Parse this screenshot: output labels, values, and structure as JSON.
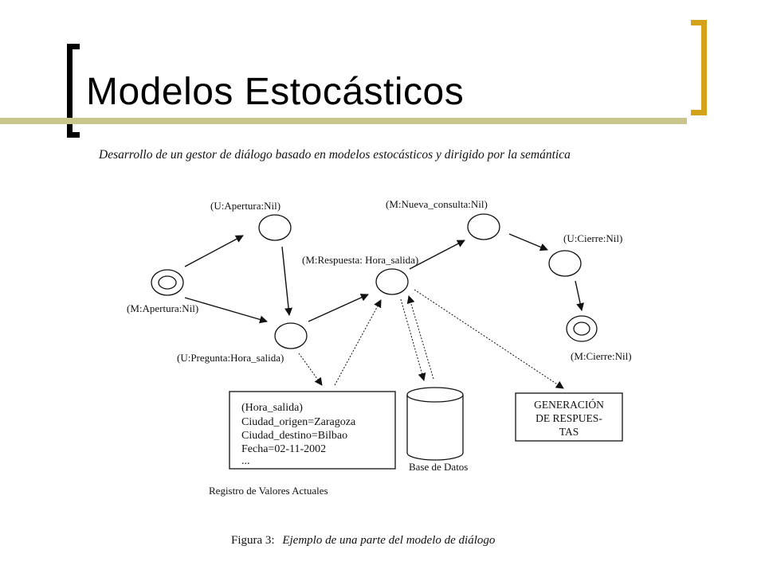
{
  "slide": {
    "title": "Modelos Estocásticos",
    "accent_color": "#d4a21a",
    "rule_color": "#c9c58c"
  },
  "figure": {
    "heading": "Desarrollo de un gestor de diálogo basado en modelos estocásticos y dirigido por la semántica",
    "caption_prefix": "Figura 3:",
    "caption_text": "Ejemplo de una parte del modelo de diálogo"
  },
  "states": {
    "m_apertura": "(M:Apertura:Nil)",
    "u_apertura": "(U:Apertura:Nil)",
    "u_pregunta": "(U:Pregunta:Hora_salida)",
    "m_respuesta": "(M:Respuesta: Hora_salida)",
    "m_nueva_consulta": "(M:Nueva_consulta:Nil)",
    "u_cierre": "(U:Cierre:Nil)",
    "m_cierre": "(M:Cierre:Nil)"
  },
  "registry": {
    "lines": [
      "(Hora_salida)",
      "Ciudad_origen=Zaragoza",
      "Ciudad_destino=Bilbao",
      "Fecha=02-11-2002",
      "..."
    ],
    "caption": "Registro de Valores Actuales"
  },
  "database": {
    "label": "Base de Datos"
  },
  "generation": {
    "lines": [
      "GENERACIÓN",
      "DE RESPUES-",
      "TAS"
    ]
  }
}
